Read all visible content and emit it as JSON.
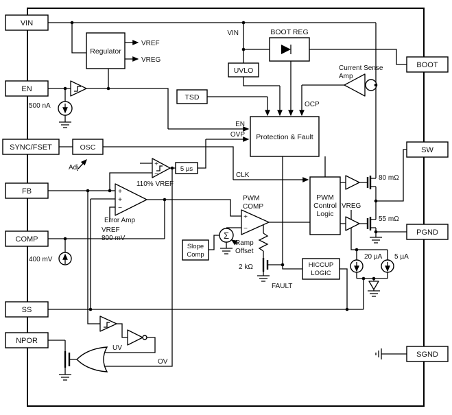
{
  "diagram": {
    "pins": {
      "vin": "VIN",
      "en": "EN",
      "sync_fset": "SYNC/FSET",
      "fb": "FB",
      "comp": "COMP",
      "ss": "SS",
      "npor": "NPOR",
      "boot": "BOOT",
      "sw": "SW",
      "pgnd": "PGND",
      "sgnd": "SGND"
    },
    "blocks": {
      "regulator": "Regulator",
      "boot_reg": "BOOT REG",
      "uvlo": "UVLO",
      "tsd": "TSD",
      "osc": "OSC",
      "protection_fault": "Protection & Fault",
      "pwm_control_1": "PWM",
      "pwm_control_2": "Control",
      "pwm_control_3": "Logic",
      "slope_comp_1": "Slope",
      "slope_comp_2": "Comp",
      "hiccup_1": "HICCUP",
      "hiccup_2": "LOGIC",
      "deglitch": "5 µs"
    },
    "nets": {
      "vref": "VREF",
      "vreg": "VREG",
      "vin": "VIN",
      "ocp": "OCP",
      "en": "EN",
      "ovp": "OVP",
      "clk": "CLK",
      "uv": "UV",
      "ov": "OV",
      "fault": "FAULT"
    },
    "labels": {
      "current_sense_1": "Current Sense",
      "current_sense_2": "Amp",
      "adj": "Adj",
      "ovp_threshold": "110% VREF",
      "error_amp": "Error Amp",
      "vref_name": "VREF",
      "vref_value": "800 mV",
      "pwm_comp_1": "PWM",
      "pwm_comp_2": "COMP",
      "ramp_1": "Ramp",
      "ramp_2": "Offset",
      "sigma": "Σ",
      "en_pulldown": "500 nA",
      "comp_clamp": "400 mV",
      "ss_current_fast": "20 µA",
      "ss_current": "5 µA",
      "fault_resistor": "2 kΩ",
      "rdson_high": "80 mΩ",
      "rdson_low": "55 mΩ",
      "plus": "+",
      "minus": "−"
    }
  }
}
